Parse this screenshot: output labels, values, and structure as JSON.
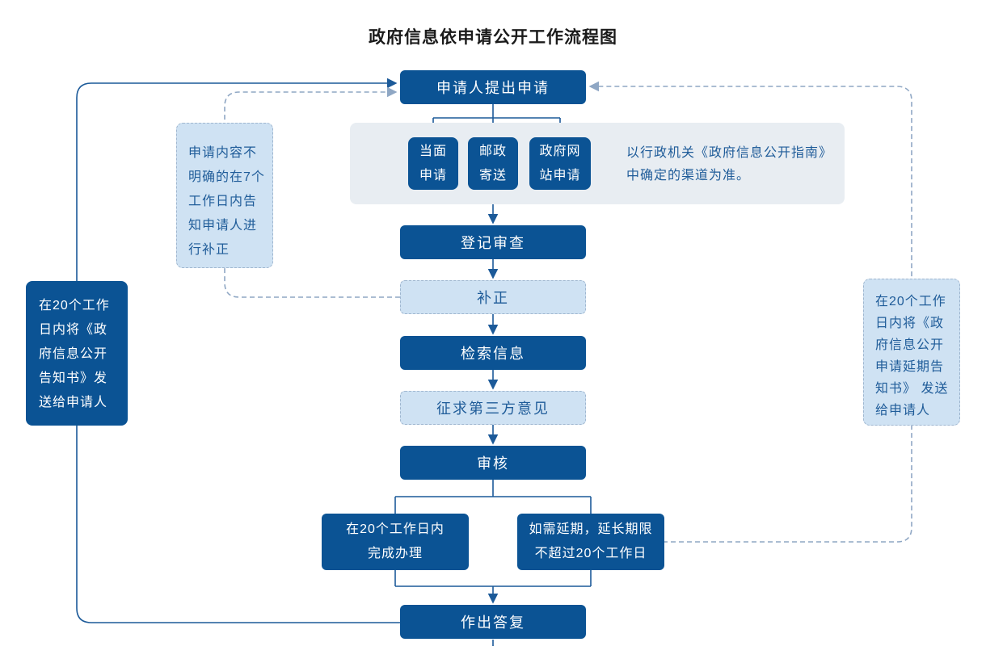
{
  "title": "政府信息依申请公开工作流程图",
  "colors": {
    "dark_box": "#0b5394",
    "dark_box_text": "#ffffff",
    "light_box": "#cfe2f3",
    "light_box_border": "#9fb6cf",
    "light_box_text": "#1f5c99",
    "panel": "#e8edf2",
    "connector": "#1c5a99",
    "connector_dashed": "#8fa7c4",
    "title_text": "#1a1a1a"
  },
  "nodes": {
    "start": "申请人提出申请",
    "channels": [
      {
        "label": [
          "当面",
          "申请"
        ]
      },
      {
        "label": [
          "邮政",
          "寄送"
        ]
      },
      {
        "label": [
          "政府网",
          "站申请"
        ]
      }
    ],
    "channel_note": [
      "以行政机关《政府信息公开指南》",
      "中确定的渠道为准。"
    ],
    "register": "登记审查",
    "correction": "补正",
    "retrieve": "检索信息",
    "third_party": "征求第三方意见",
    "review": "审核",
    "complete": [
      "在20个工作日内",
      "完成办理"
    ],
    "extend": [
      "如需延期，延长期限",
      "不超过20个工作日"
    ],
    "reply": "作出答复",
    "notify_note": [
      "在20个工作",
      "日内将《政",
      "府信息公开",
      "告知书》发",
      "送给申请人"
    ],
    "correction_note": [
      "申请内容不",
      "明确的在7个",
      "工作日内告",
      "知申请人进",
      "行补正"
    ],
    "delay_note": [
      "在20个工作",
      "日内将《政",
      "府信息公开",
      "申请延期告",
      "知书》 发送",
      "给申请人"
    ]
  }
}
